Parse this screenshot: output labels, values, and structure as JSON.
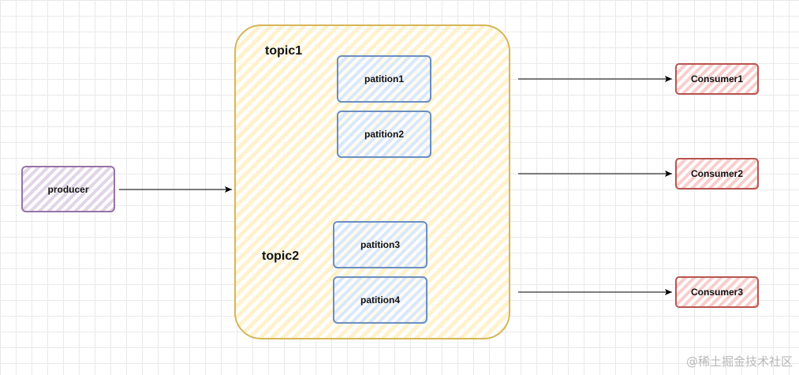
{
  "producer": {
    "label": "producer"
  },
  "topics": [
    {
      "label": "topic1"
    },
    {
      "label": "topic2"
    }
  ],
  "partitions": [
    {
      "label": "patition1"
    },
    {
      "label": "patition2"
    },
    {
      "label": "patition3"
    },
    {
      "label": "patition4"
    }
  ],
  "consumers": [
    {
      "label": "Consumer1"
    },
    {
      "label": "Consumer2"
    },
    {
      "label": "Consumer3"
    }
  ],
  "watermark": "@稀土掘金技术社区",
  "colors": {
    "producer_fill": "#e1d5e7",
    "producer_stroke": "#9673a6",
    "topic_fill": "#fff2cc",
    "topic_stroke": "#d6b656",
    "partition_fill": "#dae8fc",
    "partition_stroke": "#6c8ebf",
    "consumer_fill": "#f8cecc",
    "consumer_stroke": "#b85450",
    "arrow": "#000000"
  }
}
